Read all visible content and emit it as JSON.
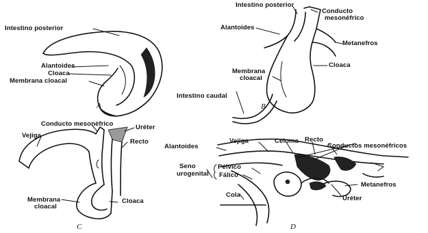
{
  "panels": {
    "A": {
      "letter": "A",
      "intestino_posterior": "Intestino posterior",
      "alantoides": "Alantoides",
      "cloaca": "Cloaca",
      "membrana_cloacal": "Membrana cloacal"
    },
    "B": {
      "letter": "B",
      "intestino_posterior": "Intestino posterior",
      "conducto_mesonefrico_1": "Conducto",
      "conducto_mesonefrico_2": "mesonéfrico",
      "alantoides": "Alantoides",
      "metanefros": "Metanefros",
      "cloaca": "Cloaca",
      "membrana_1": "Membrana",
      "membrana_2": "cloacal",
      "intestino_caudal": "Intestino caudal"
    },
    "C": {
      "letter": "C",
      "conducto_mesonefrico": "Conducto mesonéfrico",
      "ureter": "Uréter",
      "vejiga": "Vejiga",
      "recto": "Recto",
      "cloaca": "Cloaca",
      "membrana_1": "Membrana",
      "membrana_2": "cloacal"
    },
    "D": {
      "letter": "D",
      "vejiga": "Vejiga",
      "celoma": "Celoma",
      "recto": "Recto",
      "conductos_mesonefricos": "Conductos mesonéfricos",
      "alantoides": "Alantoides",
      "seno_1": "Seno",
      "seno_2": "urogenital",
      "pelvico": "Pélvico",
      "falico": "Fálico",
      "metanefros": "Metanefros",
      "ureter": "Uréter",
      "cola": "Cola"
    }
  }
}
